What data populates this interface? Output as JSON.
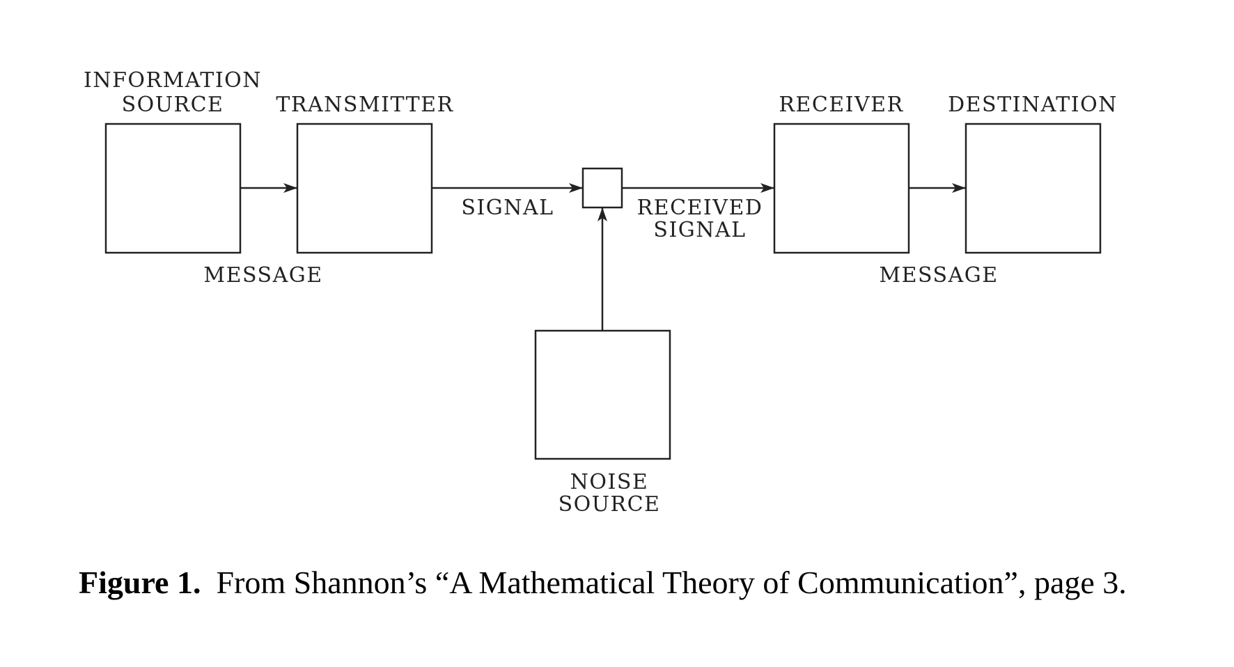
{
  "diagram": {
    "nodes": {
      "information_source": [
        "INFORMATION",
        "SOURCE"
      ],
      "transmitter": [
        "TRANSMITTER"
      ],
      "receiver": [
        "RECEIVER"
      ],
      "destination": [
        "DESTINATION"
      ],
      "noise_source": [
        "NOISE",
        "SOURCE"
      ]
    },
    "edge_labels": {
      "message_left": "MESSAGE",
      "signal": "SIGNAL",
      "received_signal": [
        "RECEIVED",
        "SIGNAL"
      ],
      "message_right": "MESSAGE"
    },
    "colors": {
      "stroke": "#222222",
      "background": "#ffffff"
    }
  },
  "caption": {
    "figure_number": "Figure 1.",
    "text": "From Shannon’s “A Mathematical Theory of Communication”, page 3."
  }
}
